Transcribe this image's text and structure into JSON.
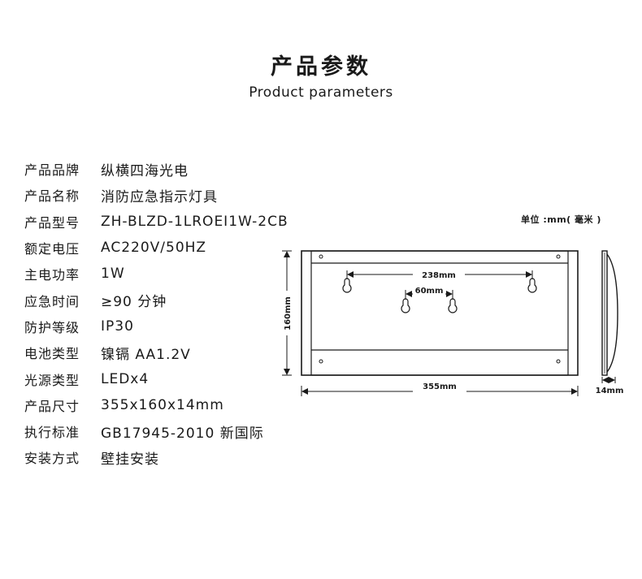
{
  "header": {
    "title_cn": "产品参数",
    "title_en": "Product parameters"
  },
  "specs": [
    {
      "label": "产品品牌",
      "value": "纵横四海光电"
    },
    {
      "label": "产品名称",
      "value": "消防应急指示灯具"
    },
    {
      "label": "产品型号",
      "value": "ZH-BLZD-1LROEI1W-2CB"
    },
    {
      "label": "额定电压",
      "value": "AC220V/50HZ"
    },
    {
      "label": "主电功率",
      "value": "1W"
    },
    {
      "label": "应急时间",
      "value": "≥90 分钟"
    },
    {
      "label": "防护等级",
      "value": "IP30"
    },
    {
      "label": "电池类型",
      "value": "镍镉 AA1.2V"
    },
    {
      "label": "光源类型",
      "value": "LEDx4"
    },
    {
      "label": "产品尺寸",
      "value": "355x160x14mm"
    },
    {
      "label": "执行标准",
      "value": "GB17945-2010 新国际"
    },
    {
      "label": "安装方式",
      "value": "壁挂安装"
    }
  ],
  "drawing": {
    "unit_note": "单位 :mm( 毫米 )",
    "dim_width": "355mm",
    "dim_height": "160mm",
    "dim_depth": "14mm",
    "dim_outer_holes": "238mm",
    "dim_inner_holes": "60mm"
  }
}
